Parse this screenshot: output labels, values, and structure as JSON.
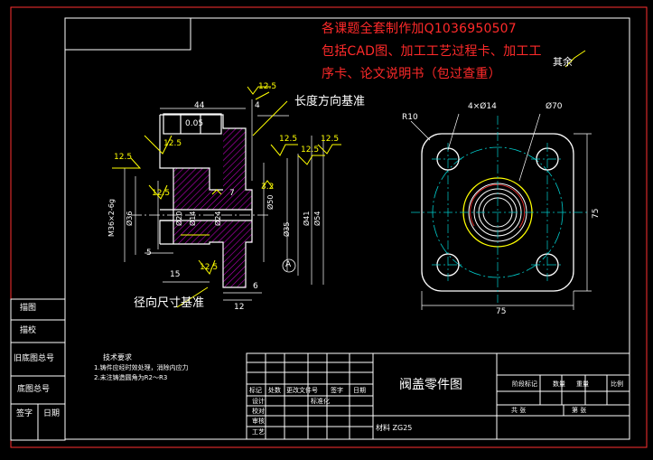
{
  "watermark": {
    "line1": "各课题全套制作加Q1036950507",
    "line2": "包括CAD图、加工工艺过程卡、加工工",
    "line3": "序卡、论文说明书（包过查重）"
  },
  "surface_note": "其余",
  "annotations": {
    "length_datum": "长度方向基准",
    "radial_datum": "径向尺寸基准"
  },
  "section_view": {
    "roughness": [
      "12.5",
      "12.5",
      "12.5",
      "12.5",
      "12.5",
      "12.5",
      "3.2",
      "12.5",
      "12.5"
    ],
    "dim_44": "44",
    "tol_0_05": "0.05",
    "dim_4": "4",
    "dim_7": "7",
    "dim_5": "5",
    "dim_15": "15",
    "dim_6": "6",
    "dim_12": "12",
    "dia_36": "Ø36",
    "dia_20": "Ø20",
    "dia_14": "Ø14",
    "dia_24": "Ø24",
    "dia_35": "Ø35",
    "dia_50": "Ø50",
    "dia_41": "Ø41",
    "dia_54": "Ø54",
    "datum_a": "A",
    "m_thread": "M36×2-6g"
  },
  "top_view": {
    "r10": "R10",
    "holes": "4×Ø14",
    "dia_70": "Ø70",
    "dim_75h": "75",
    "dim_75v": "75"
  },
  "tech_req": {
    "title": "技术要求",
    "item1": "1.铸件应经时效处理，消除内应力",
    "item2": "2.未注铸造圆角为R2～R3"
  },
  "left_table": [
    "描图",
    "描校",
    "旧底图总号",
    "底图总号",
    "签字",
    "日期"
  ],
  "title_block": {
    "part_name": "阀盖零件图",
    "material": "材料 ZG25",
    "headers": [
      "标记",
      "处数",
      "更改文件号",
      "签字",
      "日期"
    ],
    "rows": [
      "设计",
      "校对",
      "审核",
      "工艺"
    ],
    "standard": "标准化",
    "right_headers": [
      "阶段标记",
      "数量",
      "重量",
      "比例"
    ],
    "sheet": [
      "共  张",
      "第  张"
    ]
  }
}
